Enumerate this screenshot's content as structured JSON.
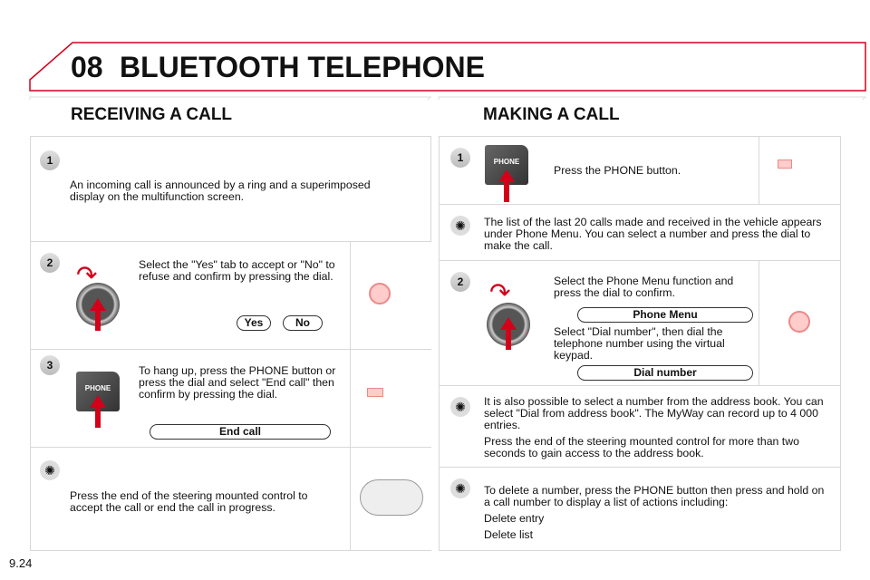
{
  "header": {
    "chapter": "08",
    "title": "BLUETOOTH TELEPHONE"
  },
  "left": {
    "heading": "RECEIVING A CALL",
    "step1": {
      "num": "1",
      "text": "An incoming call is announced by a ring and a superimposed display on the multifunction screen."
    },
    "step2": {
      "num": "2",
      "text": "Select the \"Yes\" tab to accept or \"No\" to refuse and confirm by pressing the dial.",
      "yes": "Yes",
      "no": "No"
    },
    "step3": {
      "num": "3",
      "text": "To hang up, press the PHONE button or press the dial and select \"End call\" then confirm by pressing the dial.",
      "button_label": "PHONE",
      "end_call": "End call"
    },
    "tip": {
      "text": "Press the end of the steering mounted control to accept the call or end the call in progress."
    }
  },
  "right": {
    "heading": "MAKING A CALL",
    "step1": {
      "num": "1",
      "button_label": "PHONE",
      "text": "Press the PHONE button."
    },
    "tip1": {
      "text": "The list of the last 20 calls made and received in the vehicle appears under Phone Menu. You can select a number and press the dial to make the call."
    },
    "step2": {
      "num": "2",
      "text": "Select the Phone Menu function and press the dial to confirm.",
      "phone_menu": "Phone Menu",
      "text2": "Select \"Dial number\", then dial the telephone number using the virtual keypad.",
      "dial_number": "Dial number"
    },
    "tip2": {
      "p1": "It is also possible to select a number from the address book. You can select \"Dial from address book\". The MyWay can record up to 4 000 entries.",
      "p2": "Press the end of the steering mounted control for more than two seconds to gain access to the address book."
    },
    "tip3": {
      "p1": "To delete a number, press the PHONE button then press and hold on a call number to display a list of actions including:",
      "p2": "Delete entry",
      "p3": "Delete list"
    }
  },
  "page_number": "9.24",
  "colors": {
    "accent": "#d4001a"
  }
}
